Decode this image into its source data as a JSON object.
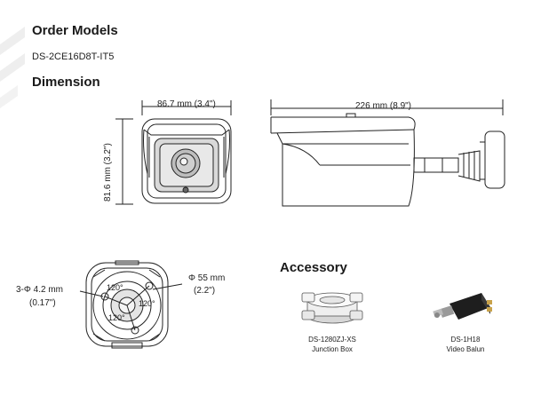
{
  "headings": {
    "order_models": "Order Models",
    "model_number": "DS-2CE16D8T-IT5",
    "dimension": "Dimension",
    "accessory": "Accessory"
  },
  "dimensions": {
    "front_width": "86.7 mm (3.4\")",
    "front_height": "81.6 mm (3.2\")",
    "side_length": "226 mm (8.9\")",
    "hole_spec_line1": "3-Φ 4.2 mm",
    "hole_spec_line2": "(0.17\")",
    "diameter_line1": "Φ 55 mm",
    "diameter_line2": "(2.2\")",
    "angle_top": "120°",
    "angle_right": "120°",
    "angle_bottom": "120°"
  },
  "accessories": [
    {
      "model": "DS-1280ZJ-XS",
      "name": "Junction Box"
    },
    {
      "model": "DS-1H18",
      "name": "Video Balun"
    }
  ]
}
